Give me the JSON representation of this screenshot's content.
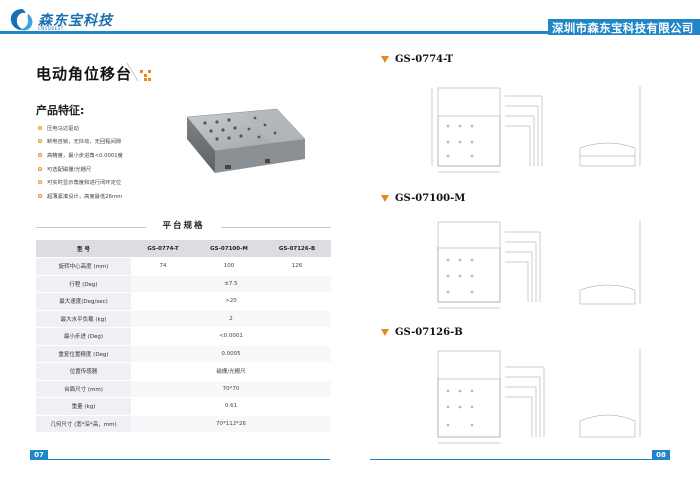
{
  "header": {
    "logo_text": "森东宝科技",
    "logo_sub": "CNSDBEST",
    "company": "深圳市森东宝科技有限公司"
  },
  "left": {
    "title": "电动角位移台",
    "features_title": "产品特征:",
    "features": [
      "压电马达驱动",
      "断电自锁，无抖动，无回程间隙",
      "高精度，最小步进角<0.0001度",
      "可选配磁栅/光栅尺",
      "可实时显示角度和进行闭环定位",
      "超薄紧凑设计，高度最低26mm"
    ]
  },
  "specs": {
    "title": "平台规格",
    "header": [
      "型 号",
      "GS-0774-T",
      "GS-07100-M",
      "GS-07126-B"
    ],
    "rows": [
      {
        "label": "旋转中心高度 (mm)",
        "values": [
          "74",
          "100",
          "126"
        ]
      },
      {
        "label": "行程 (Deg)",
        "span": "±7.5"
      },
      {
        "label": "最大速度(Deg/sec)",
        "span": ">20"
      },
      {
        "label": "最大水平负载 (kg)",
        "span": "2"
      },
      {
        "label": "最小步进 (Deg)",
        "span": "<0.0001"
      },
      {
        "label": "重复位置精度 (Deg)",
        "span": "0.0005"
      },
      {
        "label": "位置传感器",
        "span": "磁栅/光栅尺"
      },
      {
        "label": "台面尺寸 (mm)",
        "span": "70*70"
      },
      {
        "label": "重量 (kg)",
        "span": "0.61"
      },
      {
        "label": "几何尺寸 (宽*深*高，mm)",
        "span": "70*112*26"
      }
    ]
  },
  "models": [
    {
      "name": "GS-0774-T"
    },
    {
      "name": "GS-07100-M"
    },
    {
      "name": "GS-07126-B"
    }
  ],
  "footer": {
    "left_page": "07",
    "right_page": "08"
  }
}
